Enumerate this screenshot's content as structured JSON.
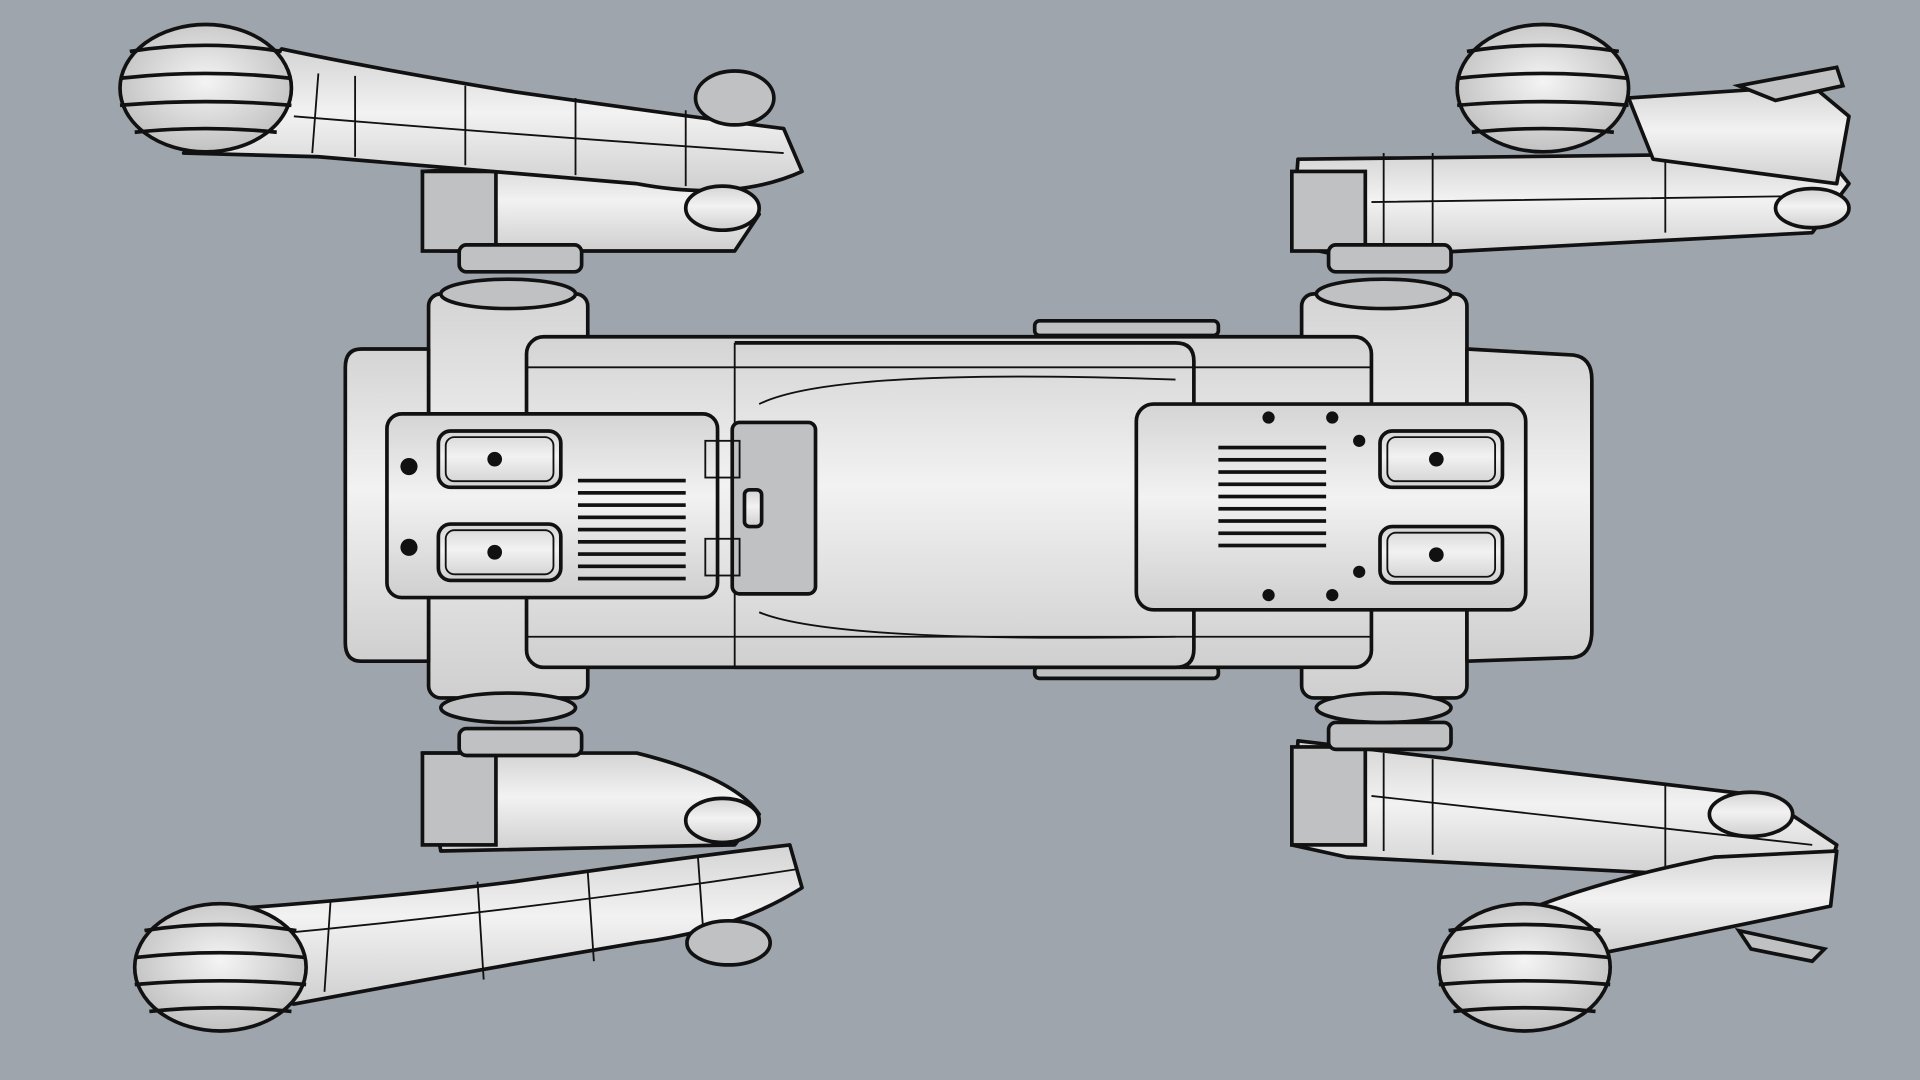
{
  "viewport": {
    "background_color": "#9ea5ad",
    "part_fill_color": "#e6e6e6",
    "edge_color": "#111111"
  },
  "model": {
    "parts": [
      "body",
      "front-left-leg",
      "front-right-leg",
      "rear-left-leg",
      "rear-right-leg"
    ]
  }
}
